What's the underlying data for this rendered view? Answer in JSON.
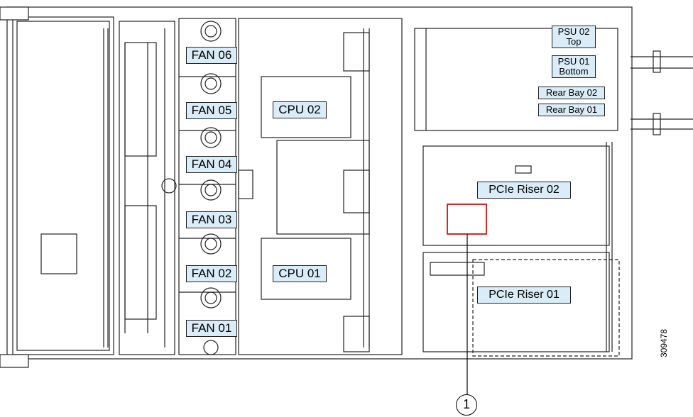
{
  "fans": [
    "FAN 06",
    "FAN 05",
    "FAN 04",
    "FAN 03",
    "FAN 02",
    "FAN 01"
  ],
  "cpus": [
    "CPU 02",
    "CPU 01"
  ],
  "psu": [
    {
      "line1": "PSU 02",
      "line2": "Top"
    },
    {
      "line1": "PSU 01",
      "line2": "Bottom"
    }
  ],
  "rear_bays": [
    "Rear Bay 02",
    "Rear Bay 01"
  ],
  "risers": [
    "PCIe Riser 02",
    "PCIe Riser 01"
  ],
  "callout": "1",
  "figure_id": "309478",
  "colors": {
    "label_fill": "#d9ecf7",
    "highlight": "#d62828",
    "line": "#000000"
  }
}
